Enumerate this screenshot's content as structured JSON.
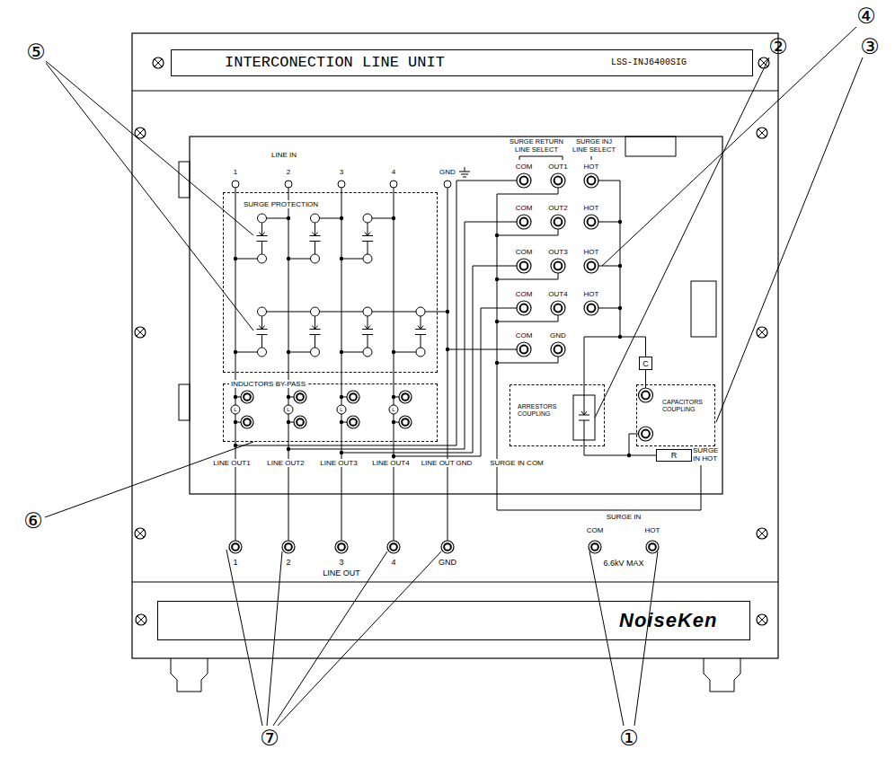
{
  "diagram": {
    "nodes": [
      {
        "text": [
          "INTERCONECTION LINE UNIT",
          "LSS-INJ6400SIG"
        ]
      },
      {
        "text": [
          "SURGE PROTECTION"
        ]
      },
      {
        "text": [
          "INDUCTORS BY-PASS"
        ]
      },
      {
        "text": [
          "ARRESTORS COUPLING"
        ]
      },
      {
        "text": [
          "CAPACITORS COUPLING"
        ]
      },
      {
        "text": [
          "C"
        ]
      },
      {
        "text": [
          "R"
        ]
      },
      {
        "text": [
          "NoiseKen"
        ]
      }
    ],
    "edges": [
      {
        "from": 5,
        "to": 4,
        "arrow": "none"
      },
      {
        "from": 3,
        "to": 6,
        "arrow": "none"
      }
    ],
    "labels": [
      "LINE IN",
      "1",
      "2",
      "3",
      "4",
      "GND",
      "SURGE RETURN LINE SELECT",
      "SURGE INJ LINE SELECT",
      "COM",
      "OUT1",
      "HOT",
      "COM",
      "OUT2",
      "HOT",
      "COM",
      "OUT3",
      "HOT",
      "COM",
      "OUT4",
      "HOT",
      "COM",
      "GND",
      "SURGE IN HOT",
      "LINE OUT1",
      "LINE OUT2",
      "LINE OUT3",
      "LINE OUT4",
      "LINE OUT GND",
      "SURGE IN COM",
      "SURGE IN",
      "COM",
      "HOT",
      "6.6kV MAX",
      "1",
      "2",
      "3",
      "4",
      "GND",
      "LINE OUT",
      "L",
      "L",
      "L",
      "L",
      "④",
      "⑤",
      "②",
      "③",
      "⑥",
      "⑦",
      "①"
    ]
  }
}
